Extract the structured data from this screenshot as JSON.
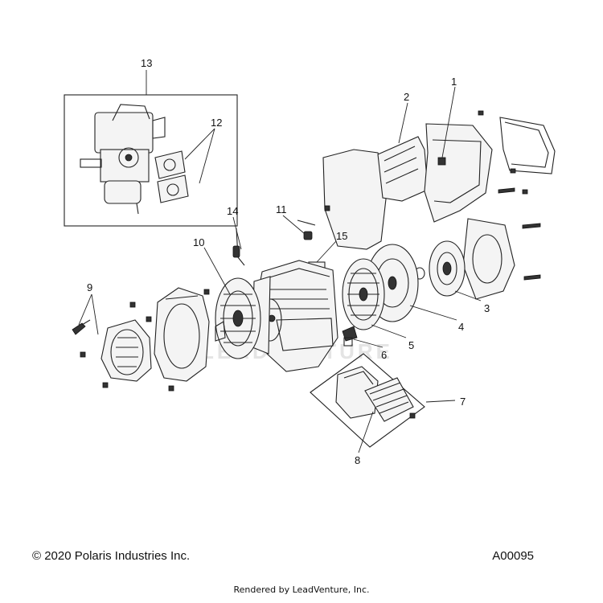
{
  "diagram": {
    "callouts": [
      "1",
      "2",
      "3",
      "4",
      "5",
      "6",
      "7",
      "8",
      "9",
      "10",
      "11",
      "12",
      "13",
      "14",
      "15"
    ],
    "watermark": "LEADVENTURE"
  },
  "footer": {
    "copyright": "© 2020 Polaris Industries Inc.",
    "diagram_id": "A00095",
    "rendered_by": "Rendered by LeadVenture, Inc."
  }
}
